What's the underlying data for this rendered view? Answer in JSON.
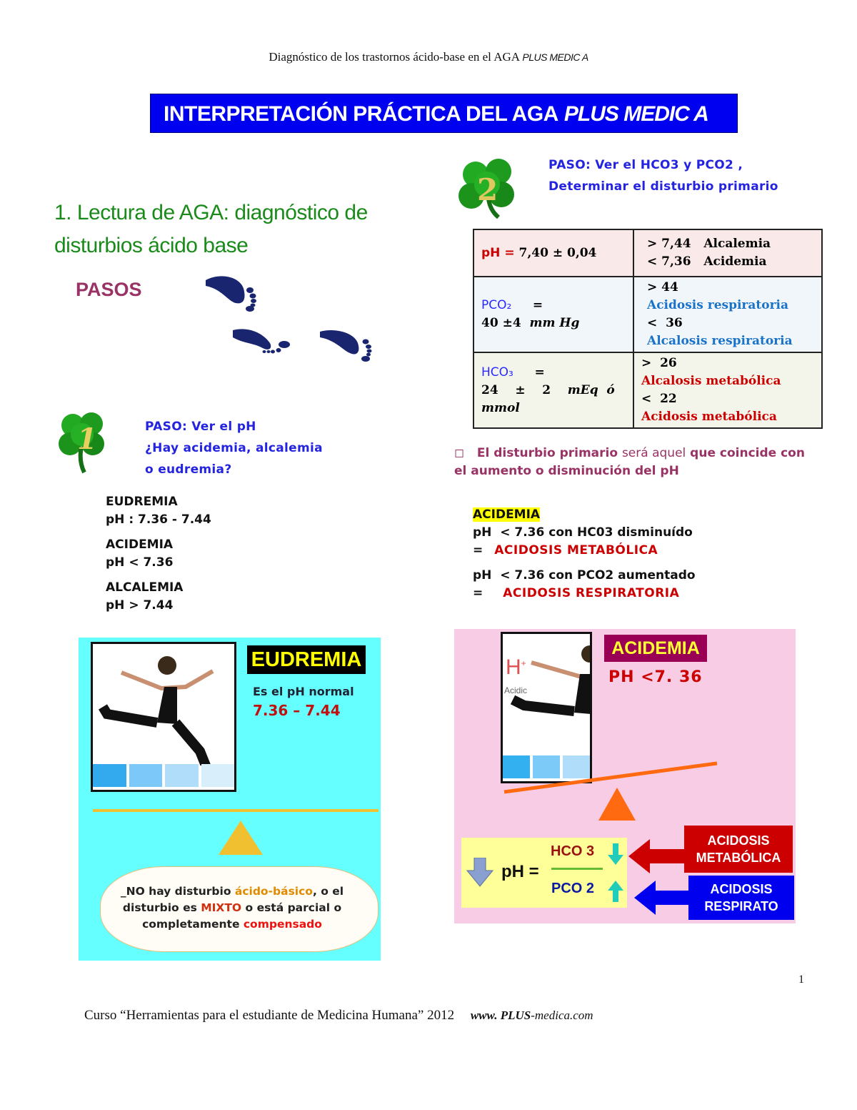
{
  "header": {
    "running_title": "Diagnóstico de los trastornos ácido-base en el AGA",
    "running_brand": "PLUS MEDIC A"
  },
  "banner": {
    "title": "INTERPRETACIÓN PRÁCTICA DEL AGA",
    "brand": "PLUS MEDIC A",
    "color": "#0000f0"
  },
  "section": {
    "heading_line1": "1. Lectura de AGA: diagnóstico de",
    "heading_line2": "disturbios ácido base",
    "pasos_label": "PASOS"
  },
  "step1": {
    "number": "1",
    "line1": "PASO: Ver el pH",
    "line2": "¿Hay acidemia, alcalemia",
    "line3": "o eudremia?"
  },
  "ph_definitions": [
    {
      "name": "EUDREMIA",
      "rule": "pH : 7.36 - 7.44"
    },
    {
      "name": "ACIDEMIA",
      "rule": "pH  < 7.36"
    },
    {
      "name": "ALCALEMIA",
      "rule": "pH > 7.44"
    }
  ],
  "step2": {
    "number": "2",
    "line1": "PASO: Ver el HCO3 y PCO2 ,",
    "line2": "Determinar el disturbio  primario"
  },
  "reference_table": {
    "ph": {
      "label": "pH",
      "eq": "=",
      "value": "7,40 ± 0,04",
      "high": "> 7,44   Alcalemia",
      "low": "< 7,36   Acidemia"
    },
    "pco2": {
      "label": "PCO₂",
      "eq": "=",
      "value": "40 ±4",
      "unit": "mm Hg",
      "high_val": "> 44",
      "high_dx": "Acidosis respiratoria",
      "low_val": "<  36",
      "low_dx": "Alcalosis respiratoria"
    },
    "hco3": {
      "label": "HCO₃",
      "eq": "=",
      "value": "24    ±    2",
      "unit": "mEq  ó",
      "unit2": "mmol",
      "high_val": ">  26",
      "high_dx": "Alcalosis metabólica",
      "low_val": "<  22",
      "low_dx": "Acidosis metabólica"
    }
  },
  "primary_note": {
    "bullet": "◻",
    "bold1": "El disturbio primario",
    "light": "será aquel",
    "bold2": "que coincide con el aumento o disminución del pH"
  },
  "acidemia_block": {
    "title": "ACIDEMIA",
    "rule1": "pH  < 7.36 con HC03 disminuído",
    "result1": "ACIDOSIS METABÓLICA",
    "rule2": "pH  < 7.36 con PCO2 aumentado",
    "result2": "ACIDOSIS RESPIRATORIA",
    "eq": "="
  },
  "eudremia_panel": {
    "label": "EUDREMIA",
    "desc": "Es el pH normal",
    "range": "7.36 – 7.44",
    "cloud": {
      "t1": "_NO hay disturbio ",
      "t2": "ácido-básico",
      "t3": ", o el disturbio es ",
      "t4": "MIXTO",
      "t5": " o está parcial o completamente ",
      "t6": "compensado"
    }
  },
  "acidemia_panel": {
    "label": "ACIDEMIA",
    "ph": "PH <7. 36",
    "hplus": "H",
    "hplus_sup": "+",
    "acidic": "Acidic",
    "formula_ph": "pH =",
    "formula_num": "HCO 3",
    "formula_den": "PCO 2",
    "tag_metabolic_1": "ACIDOSIS",
    "tag_metabolic_2": "METABÓLICA",
    "tag_resp_1": "ACIDOSIS",
    "tag_resp_2": "RESPIRATO"
  },
  "footer": {
    "page_number": "1",
    "course": "Curso “Herramientas para el estudiante de Medicina Humana” 2012",
    "url_prefix": "www.",
    "url_brand": "PLUS",
    "url_suffix": "-medica.com"
  }
}
